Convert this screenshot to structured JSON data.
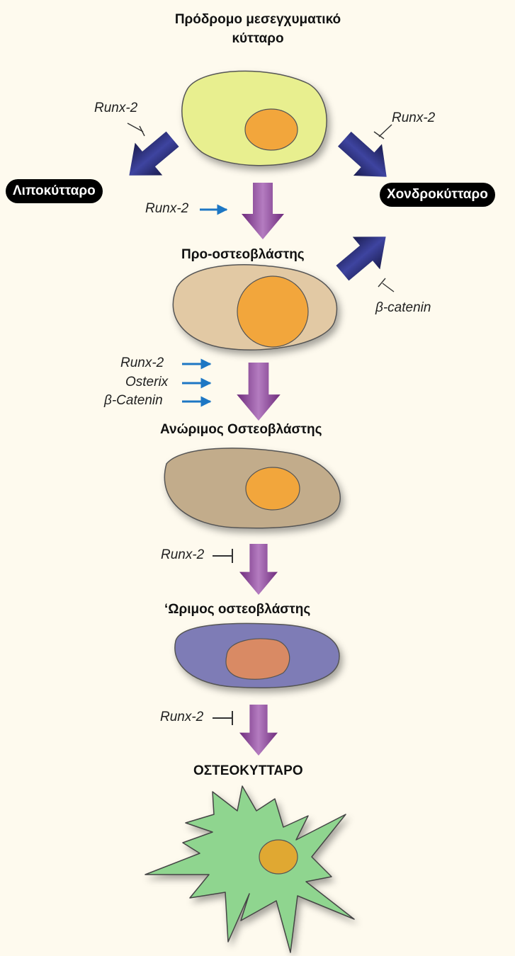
{
  "stages": {
    "progenitor": {
      "line1": "Πρόδρομο μεσεγχυματικό",
      "line2": "κύτταρο"
    },
    "pre_osteoblast": "Προ-οστεοβλάστης",
    "immature_osteoblast": "Ανώριμος Οστεοβλάστης",
    "mature_osteoblast": "‘Ωριμος οστεοβλάστης",
    "osteocyte": "ΟΣΤΕΟΚΥΤΤΑΡΟ"
  },
  "fates": {
    "adipocyte": "Λιποκύτταρο",
    "chondrocyte": "Χονδροκύτταρο"
  },
  "regulators": {
    "runx2": "Runx-2",
    "osterix": "Osterix",
    "beta_catenin_lower": "β-catenin",
    "beta_catenin_upper": "β-Catenin"
  },
  "colors": {
    "progenitor_cell": "#e8ef8f",
    "pre_osteoblast_cell": "#e2c9a4",
    "immature_cell": "#c2ac8b",
    "mature_cell": "#7e7cb6",
    "osteocyte_cell": "#8fd58f",
    "nucleus": "#f2a63c",
    "mature_nucleus": "#d98a64",
    "purple_arrow": "#8a3f93",
    "navy_arrow": "#23265e",
    "blue_arrow": "#1d77c4"
  }
}
